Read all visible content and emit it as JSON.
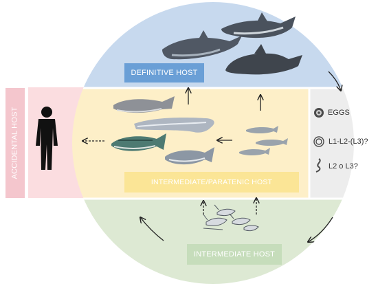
{
  "hosts": {
    "definitive": "DEFINITIVE HOST",
    "intermediate_paratenic": "INTERMEDIATE/PARATENIC HOST",
    "intermediate": "INTERMEDIATE HOST",
    "accidental": "ACCIDENTAL HOST"
  },
  "stages": {
    "eggs": "EGGS",
    "l1": "L1-L2-(L3)?",
    "l2": "L2 o L3?"
  },
  "colors": {
    "definitive": "#c7d9ee",
    "intermediate_paratenic": "#fdefc8",
    "intermediate": "#dde9d3",
    "free_stages": "#ededed",
    "accidental": "#fbdde0"
  }
}
